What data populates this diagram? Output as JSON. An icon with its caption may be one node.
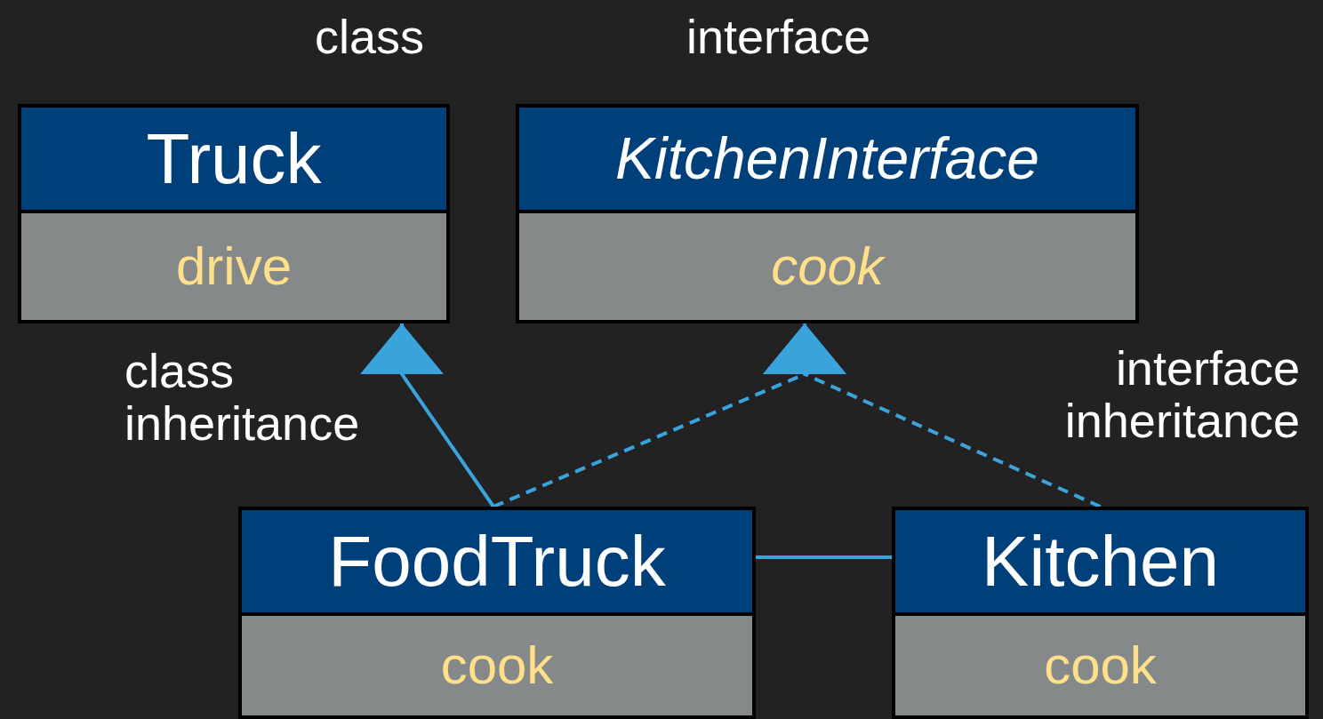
{
  "diagram": {
    "nodes": [
      {
        "text": [
          "Truck",
          "drive"
        ],
        "beside": [
          "class"
        ]
      },
      {
        "text": [
          "KitchenInterface",
          "cook"
        ],
        "beside": [
          "interface"
        ]
      },
      {
        "text": [
          "FoodTruck",
          "cook"
        ]
      },
      {
        "text": [
          "Kitchen",
          "cook"
        ]
      }
    ],
    "edges": [
      {
        "from": 2,
        "to": 0,
        "arrow": "to"
      },
      {
        "from": 2,
        "to": 1,
        "arrow": "to",
        "style": "dashed"
      },
      {
        "from": 3,
        "to": 1,
        "arrow": "to",
        "style": "dashed"
      },
      {
        "from": 2,
        "to": 3,
        "arrow": "none"
      }
    ],
    "labels": [
      "class inheritance",
      "interface inheritance"
    ]
  }
}
